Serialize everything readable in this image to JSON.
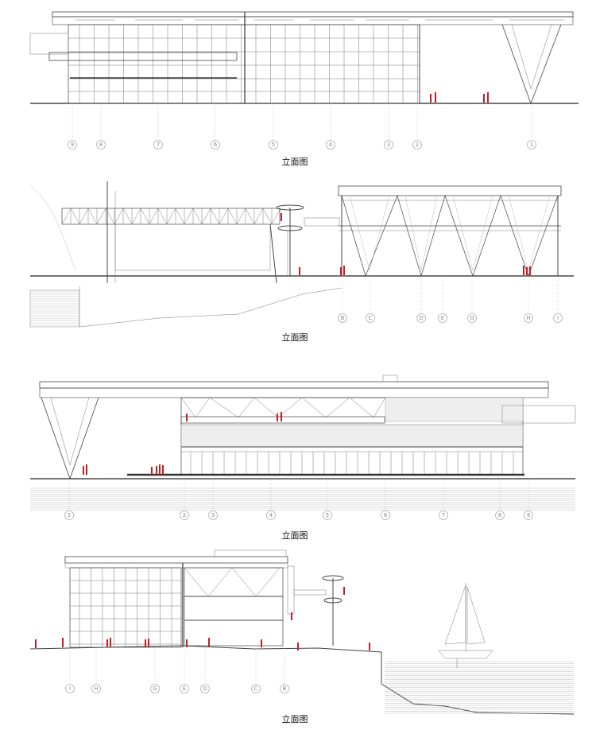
{
  "drawings": [
    {
      "caption": "立面图",
      "grid_labels": [
        "9",
        "8",
        "7",
        "6",
        "5",
        "4",
        "3",
        "2",
        "1"
      ]
    },
    {
      "caption": "立面图",
      "grid_labels": [
        "B",
        "C",
        "D",
        "E",
        "G",
        "H",
        "I"
      ]
    },
    {
      "caption": "立面图",
      "grid_labels": [
        "1",
        "2",
        "3",
        "4",
        "5",
        "6",
        "7",
        "8",
        "9"
      ]
    },
    {
      "caption": "立面图",
      "grid_labels": [
        "I",
        "H",
        "G",
        "E",
        "D",
        "C",
        "B"
      ]
    }
  ],
  "colors": {
    "line": "#444444",
    "people": "#c41e24",
    "grid_bubble": "#999999"
  }
}
